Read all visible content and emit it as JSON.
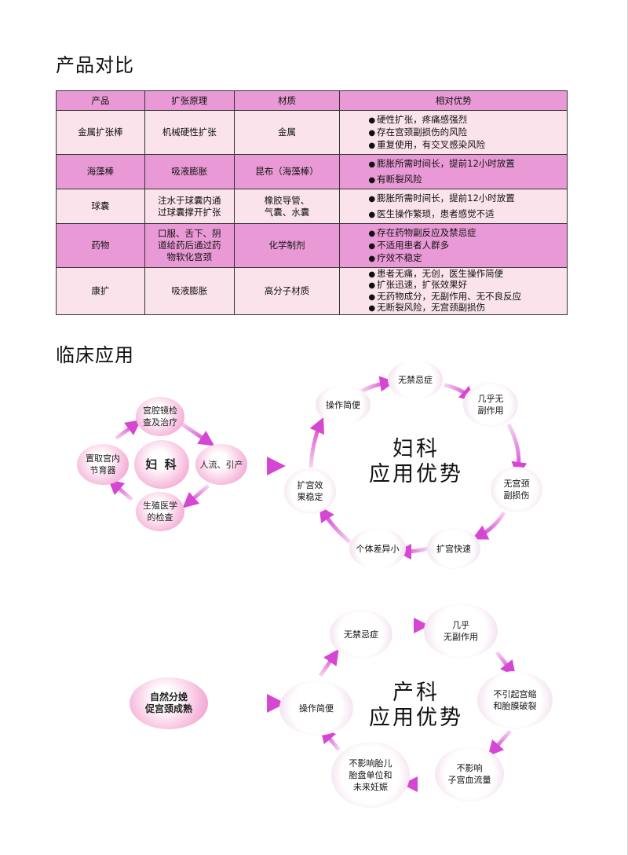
{
  "section1": {
    "title": "产品对比"
  },
  "table": {
    "headers": [
      "产品",
      "扩张原理",
      "材质",
      "相对优势"
    ],
    "rows": [
      {
        "product": "金属扩张棒",
        "principle": [
          "机械硬性扩张"
        ],
        "material": [
          "金属"
        ],
        "advantages": [
          "硬性扩张，疼痛感强烈",
          "存在宫颈副损伤的风险",
          "重复使用，有交叉感染风险"
        ]
      },
      {
        "product": "海藻棒",
        "principle": [
          "吸液膨胀"
        ],
        "material": [
          "昆布（海藻棒）"
        ],
        "advantages": [
          "膨胀所需时间长，提前12小时放置",
          "有断裂风险"
        ]
      },
      {
        "product": "球囊",
        "principle": [
          "注水于球囊内通",
          "过球囊撑开扩张"
        ],
        "material": [
          "橡胶导管、",
          "气囊、水囊"
        ],
        "advantages": [
          "膨胀所需时间长，提前12小时放置",
          "医生操作繁琐，患者感觉不适"
        ]
      },
      {
        "product": "药物",
        "principle": [
          "口服、舌下、阴",
          "道给药后通过药",
          "物软化宫颈"
        ],
        "material": [
          "化学制剂"
        ],
        "advantages": [
          "存在药物副反应及禁忌症",
          "不适用患者人群多",
          "疗效不稳定"
        ]
      },
      {
        "product": "康扩",
        "principle": [
          "吸液膨胀"
        ],
        "material": [
          "高分子材质"
        ],
        "advantages": [
          "患者无痛，无创，医生操作简便",
          "扩张迅速，扩张效果好",
          "无药物成分，无副作用、无不良反应",
          "无断裂风险，无宫颈副损伤"
        ]
      }
    ]
  },
  "section2": {
    "title": "临床应用"
  },
  "gyn": {
    "left": {
      "center": "妇 科",
      "top": [
        "宫腔镜检",
        "查及治疗"
      ],
      "right": "人流、引产",
      "bottom": [
        "生殖医学",
        "的检查"
      ],
      "left": [
        "置取宫内",
        "节育器"
      ]
    },
    "title": [
      "妇科",
      "应用优势"
    ],
    "ring": {
      "top": "无禁忌症",
      "top_right": [
        "几乎无",
        "副作用"
      ],
      "right": [
        "无宫颈",
        "副损伤"
      ],
      "bottom_right": "扩宫快速",
      "bottom_left": "个体差异小",
      "left": [
        "扩宫效",
        "果稳定"
      ],
      "top_left": "操作简便"
    }
  },
  "obs": {
    "left": [
      "自然分娩",
      "促宫颈成熟"
    ],
    "title": [
      "产科",
      "应用优势"
    ],
    "ring": {
      "top_left": "无禁忌症",
      "top_right": [
        "几乎",
        "无副作用"
      ],
      "right": [
        "不引起宫缩",
        "和胎膜破裂"
      ],
      "bottom_right": [
        "不影响",
        "子宫血流量"
      ],
      "bottom_left": [
        "不影响胎儿",
        "胎盘单位和",
        "未来妊娠"
      ],
      "left": "操作简便"
    }
  },
  "colors": {
    "pink": "#e99ad6",
    "light_pink": "#fbe3ec",
    "arrow": "#d94fd4"
  }
}
